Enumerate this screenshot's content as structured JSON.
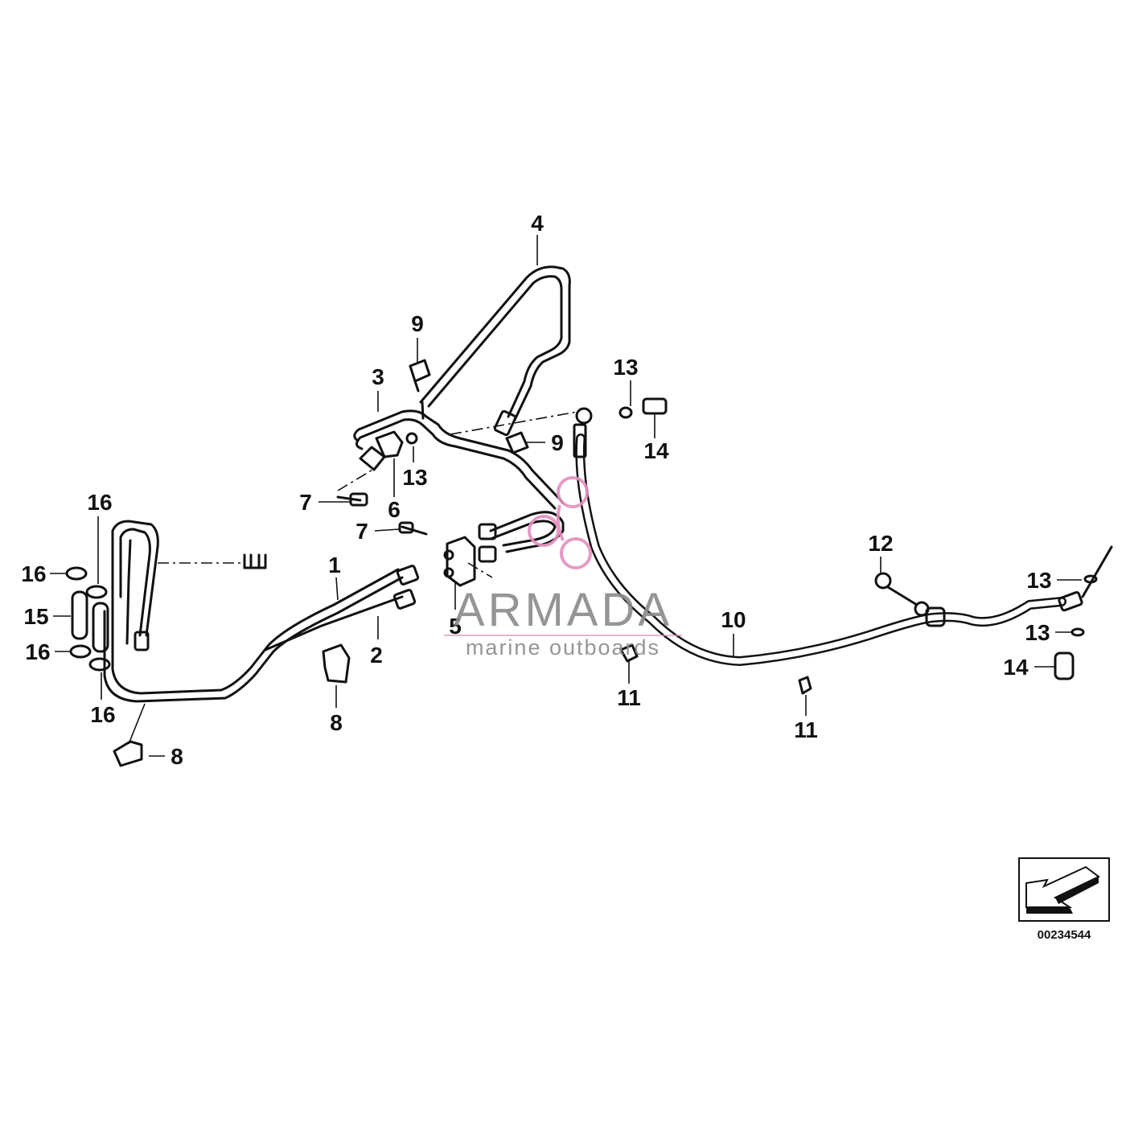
{
  "diagram_id": "00234544",
  "watermark": {
    "title": "ARMADA",
    "subtitle": "marine outboards",
    "logo_color": "#e48fbd"
  },
  "callouts": {
    "c1": "1",
    "c2": "2",
    "c3": "3",
    "c4": "4",
    "c5": "5",
    "c6": "6",
    "c7a": "7",
    "c7b": "7",
    "c8a": "8",
    "c8b": "8",
    "c9a": "9",
    "c9b": "9",
    "c10": "10",
    "c11a": "11",
    "c11b": "11",
    "c12": "12",
    "c13a": "13",
    "c13b": "13",
    "c13c": "13",
    "c13d": "13",
    "c14a": "14",
    "c14b": "14",
    "c15": "15",
    "c16a": "16",
    "c16b": "16",
    "c16c": "16",
    "c16d": "16"
  },
  "icons": {
    "orientation": "arrow-icon"
  }
}
